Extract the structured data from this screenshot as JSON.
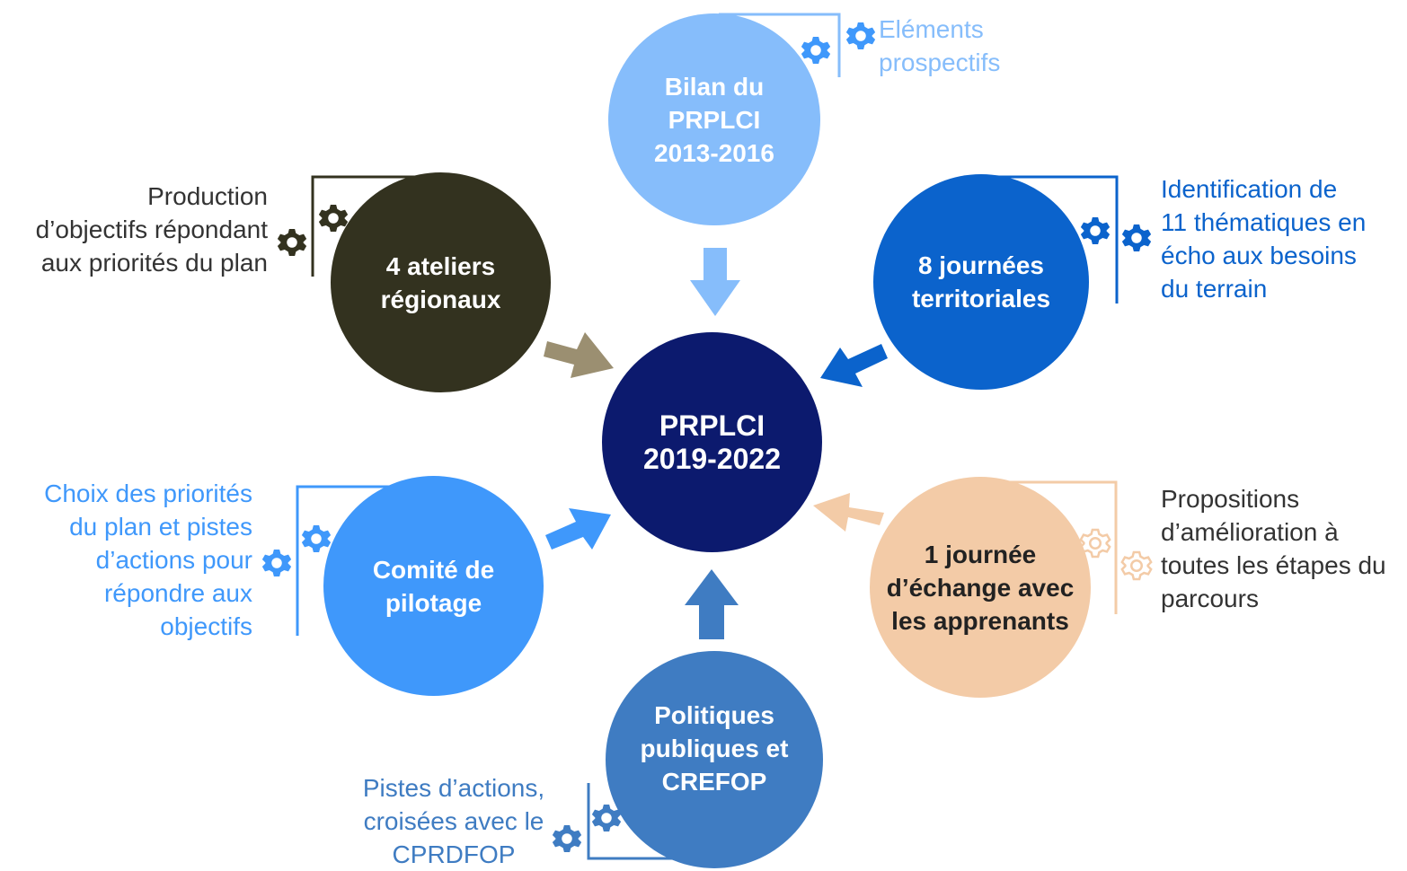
{
  "colors": {
    "center": "#0c1a6e",
    "bilan": "#86bdfb",
    "ateliers": "#33321f",
    "journees": "#0b63cc",
    "comite": "#3f98fb",
    "echange": "#f3cba7",
    "politiques": "#3f7cc2",
    "arrow_ateliers": "#9b8f71"
  },
  "center": {
    "label": "PRPLCI\n2019-2022"
  },
  "nodes": {
    "bilan": {
      "label": "Bilan du\nPRPLCI\n2013-2016",
      "note": "Eléments\nprospectifs"
    },
    "ateliers": {
      "label": "4 ateliers\nrégionaux",
      "note": "Production\nd’objectifs répondant\naux priorités du plan"
    },
    "journees": {
      "label": "8 journées\nterritoriales",
      "note": "Identification de\n11 thématiques en\nécho aux besoins\ndu terrain"
    },
    "comite": {
      "label": "Comité de\npilotage",
      "note": "Choix des priorités\ndu plan et pistes\nd’actions pour\nrépondre aux\nobjectifs"
    },
    "echange": {
      "label": "1 journée\nd’échange avec\nles apprenants",
      "note": "Propositions\nd’amélioration à\ntoutes les étapes du\nparcours"
    },
    "politiques": {
      "label": "Politiques\npubliques et\nCREFOP",
      "note": "Pistes d’actions,\ncroisées avec le\nCPRDFOP"
    }
  }
}
